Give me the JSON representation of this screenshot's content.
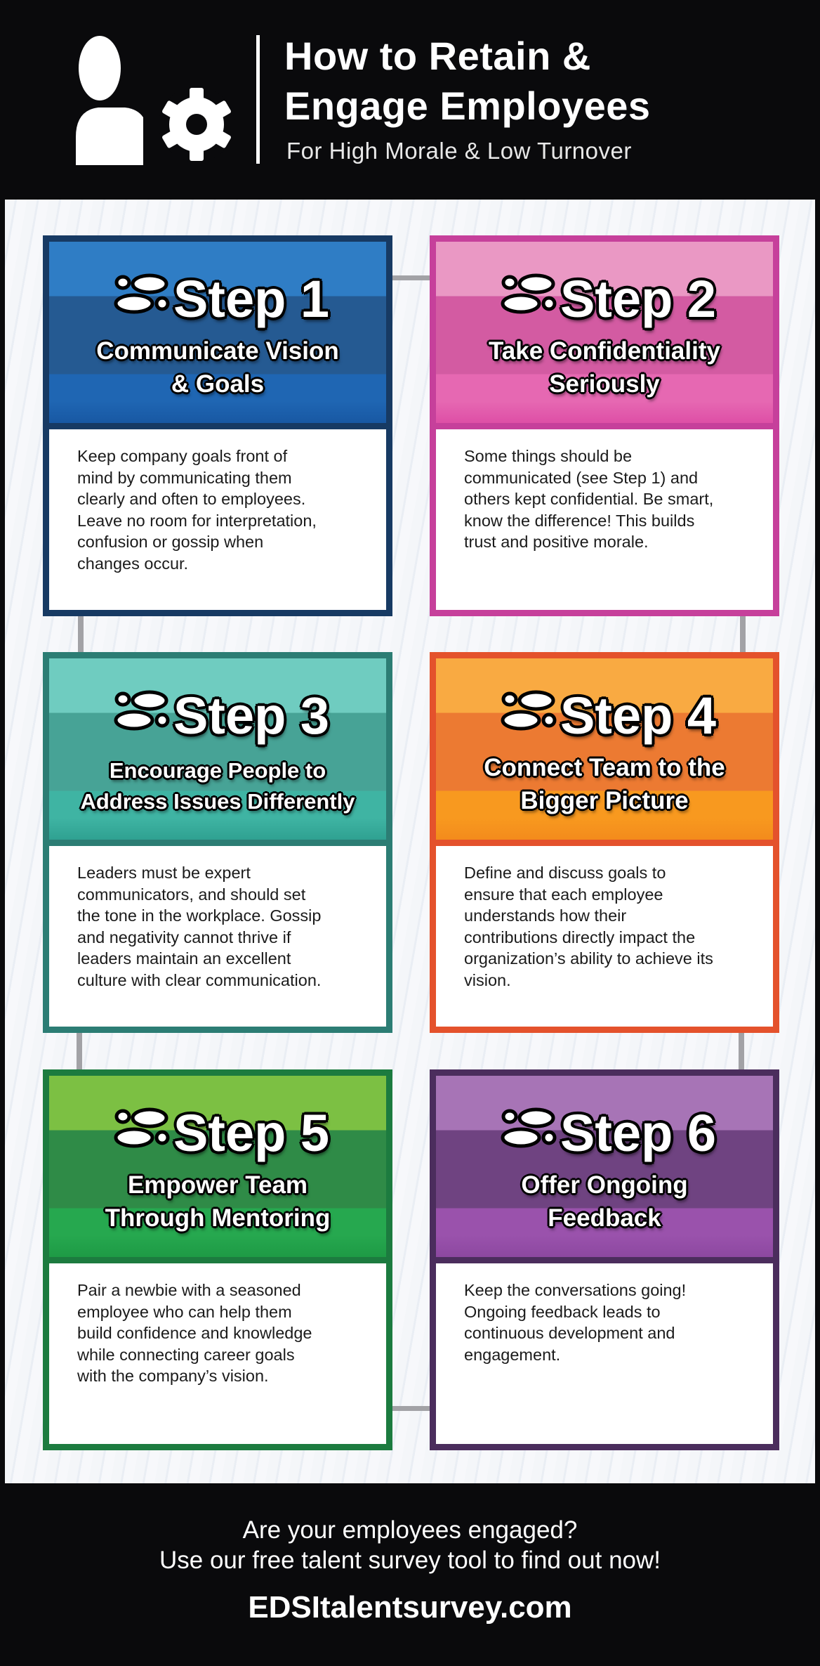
{
  "header": {
    "title_line1": "How to Retain &",
    "title_line2": "Engage Employees",
    "subtitle": "For High Morale & Low Turnover",
    "logo_icon": "person-gear-icon"
  },
  "steps": [
    {
      "label": "Step 1",
      "title": [
        "Communicate Vision",
        "& Goals"
      ],
      "body": [
        "Keep company goals front of",
        "mind by communicating them",
        "clearly and often to employees.",
        "Leave no room for interpretation,",
        "confusion or gossip when",
        "changes occur."
      ],
      "colors": {
        "border": "#173a63",
        "top": "#2f7dc5",
        "middle": "#255a92",
        "bottom": "#1f66b3",
        "bottom2": "#1858a3"
      }
    },
    {
      "label": "Step 2",
      "title": [
        "Take Confidentiality",
        "Seriously"
      ],
      "body": [
        "Some things should be",
        "communicated (see Step 1) and",
        "others kept confidential. Be smart,",
        "know the difference! This builds",
        "trust and positive morale."
      ],
      "colors": {
        "border": "#c6409b",
        "top": "#ea98c4",
        "middle": "#d35ba2",
        "bottom": "#e668b2",
        "bottom2": "#de4fa6"
      }
    },
    {
      "label": "Step 3",
      "title": [
        "Encourage People to",
        "Address Issues Differently"
      ],
      "body": [
        "Leaders must be expert",
        "communicators, and should set",
        "the tone in the workplace. Gossip",
        "and negativity cannot thrive if",
        "leaders maintain an excellent",
        "culture with clear communication."
      ],
      "colors": {
        "border": "#2c7d74",
        "top": "#6fccc0",
        "middle": "#47a396",
        "bottom": "#3fb4a3",
        "bottom2": "#2fa191"
      }
    },
    {
      "label": "Step 4",
      "title": [
        "Connect Team to the",
        "Bigger Picture"
      ],
      "body": [
        "Define and discuss goals to",
        "ensure that each employee",
        "understands how their",
        "contributions directly impact the",
        "organization’s ability to achieve its",
        "vision."
      ],
      "colors": {
        "border": "#e4522c",
        "top": "#f9aa42",
        "middle": "#ec7a32",
        "bottom": "#f8991f",
        "bottom2": "#f38b1c"
      }
    },
    {
      "label": "Step 5",
      "title": [
        "Empower Team",
        "Through Mentoring"
      ],
      "body": [
        "Pair a newbie with a seasoned",
        "employee who can help them",
        "build confidence and knowledge",
        "while connecting career goals",
        "with the company’s vision."
      ],
      "colors": {
        "border": "#1c7b3f",
        "top": "#7cc043",
        "middle": "#2f8b47",
        "bottom": "#26a84f",
        "bottom2": "#1e9a45"
      }
    },
    {
      "label": "Step 6",
      "title": [
        "Offer Ongoing",
        "Feedback"
      ],
      "body": [
        "Keep the conversations going!",
        "Ongoing feedback leads to",
        "continuous development and",
        "engagement."
      ],
      "colors": {
        "border": "#4b2d5d",
        "top": "#a774b6",
        "middle": "#6f4381",
        "bottom": "#9a52ac",
        "bottom2": "#8c48a0"
      }
    }
  ],
  "footer": {
    "line1": "Are your employees engaged?",
    "line2": "Use our free talent survey tool to find out now!",
    "url": "EDSItalentsurvey.com"
  }
}
